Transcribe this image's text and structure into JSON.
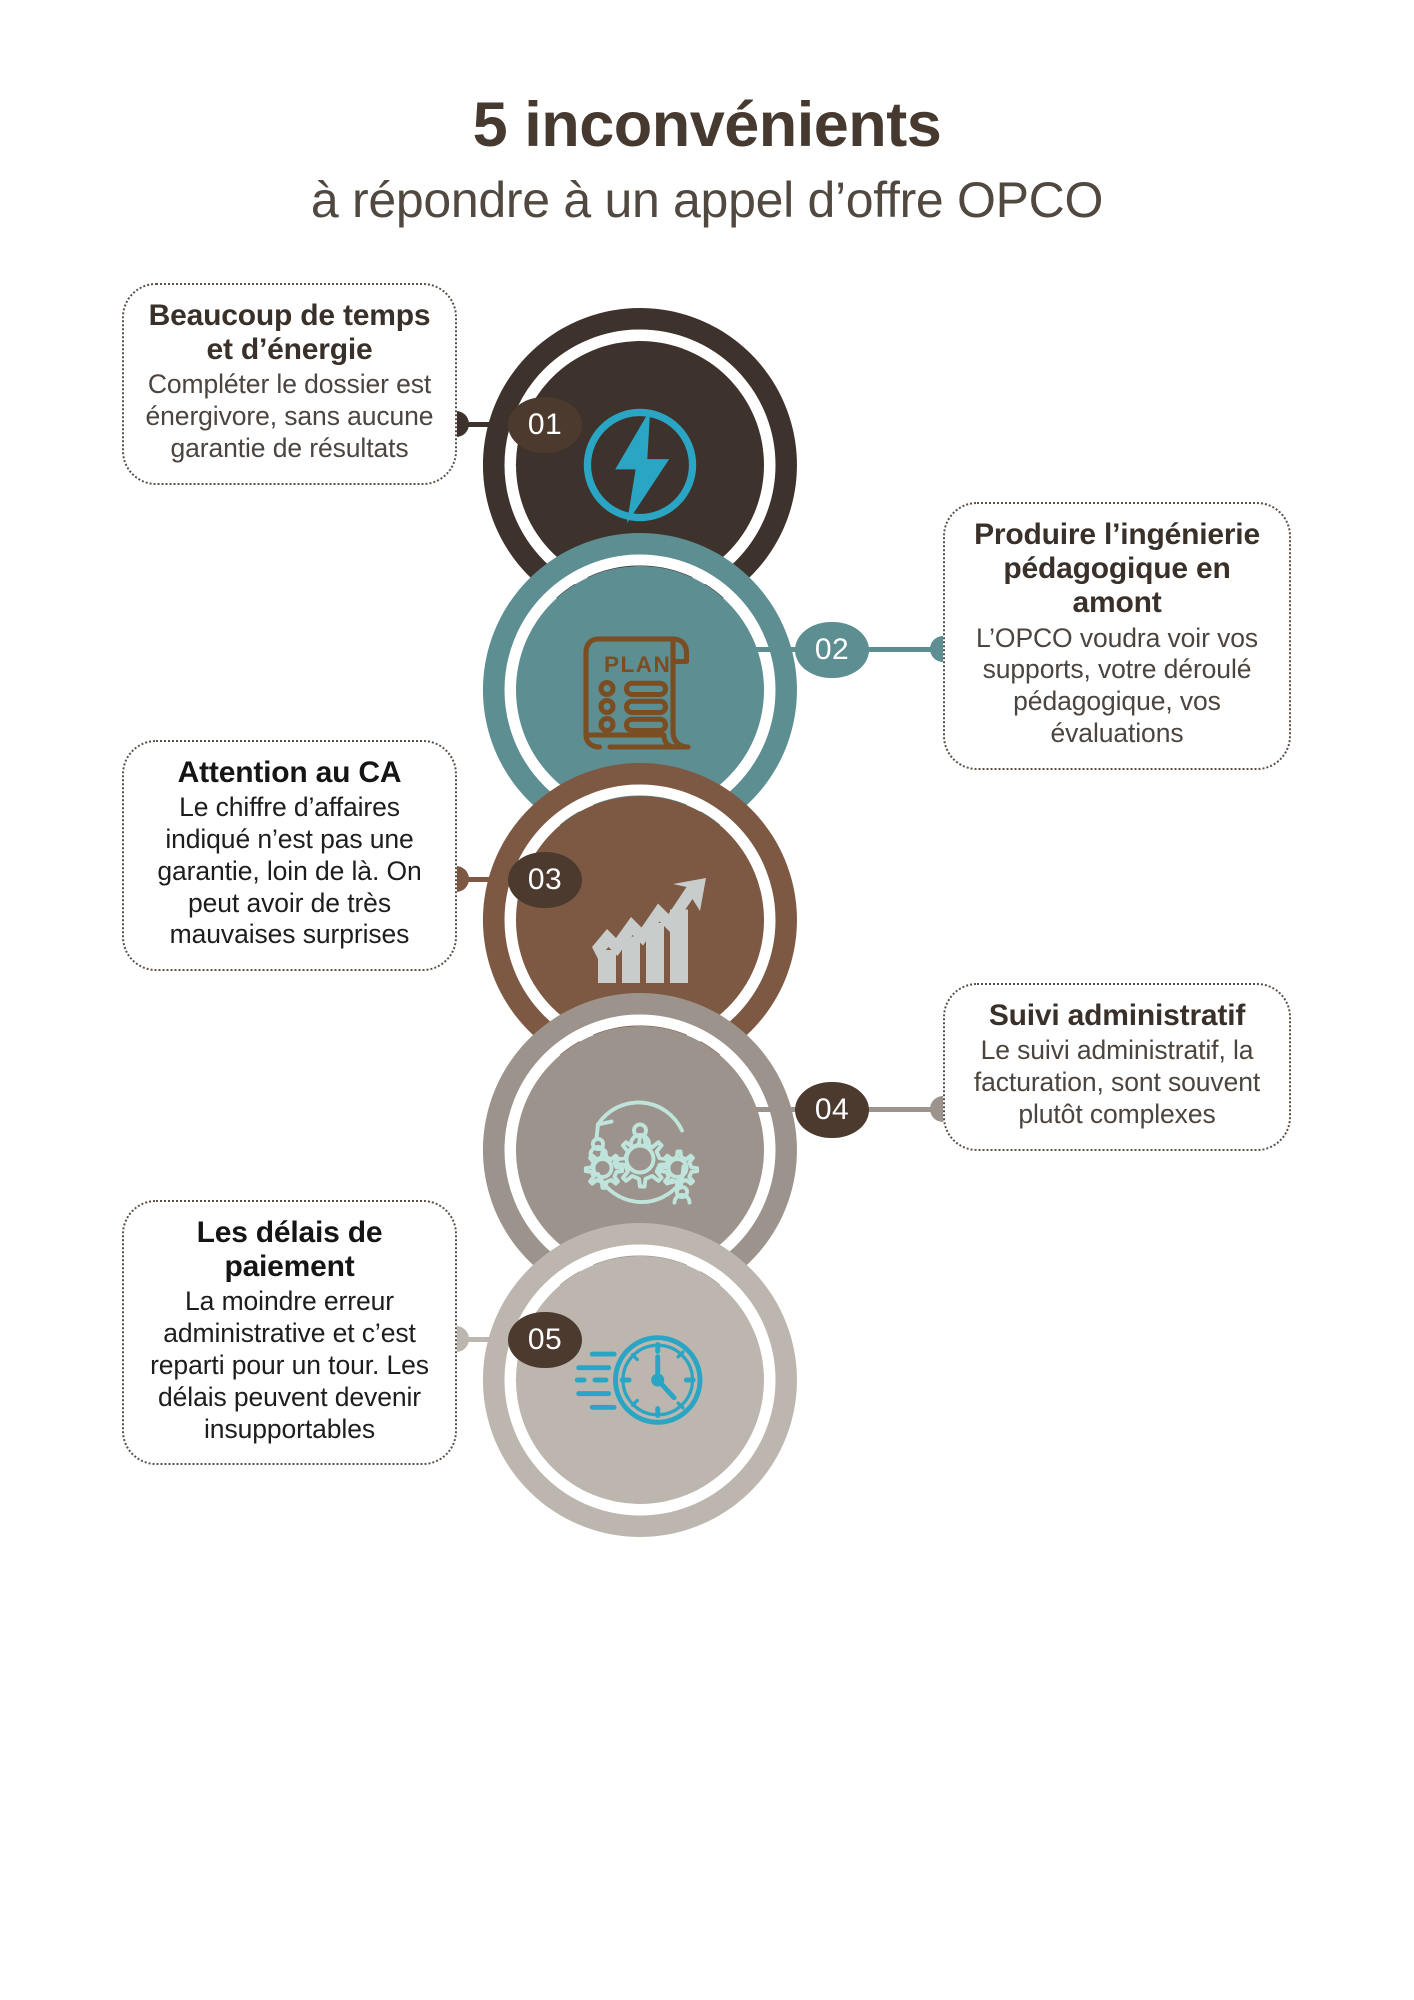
{
  "header": {
    "title": "5 inconvénients",
    "subtitle": "à répondre à un appel d’offre OPCO"
  },
  "colors": {
    "dark_brown": "#3d322c",
    "teal": "#5c8e92",
    "brown": "#7d5943",
    "warm_gray": "#9c948c",
    "light_gray": "#bdb6ae",
    "cyan": "#2aa5c4",
    "badge_brown": "#4c3a2e",
    "mint": "#bfe4dc",
    "bar_gray": "#c8cccb",
    "icon_brown": "#7a4e22",
    "text_dark": "#3a302a",
    "text_body": "#4c443e"
  },
  "items": [
    {
      "number": "01",
      "title": "Beaucoup de temps et d’énergie",
      "body": "Compléter le dossier est énergivore, sans aucune garantie de résultats",
      "icon": "lightning-bolt-icon",
      "ring_color": "#3d322c",
      "badge_color": "#4c3a2e",
      "line_color": "#3d322c",
      "dot_color": "#3d322c",
      "side": "left"
    },
    {
      "number": "02",
      "title": "Produire l’ingénierie pédagogique en amont",
      "body": "L’OPCO voudra voir vos supports, votre déroulé pédagogique, vos évaluations",
      "icon": "plan-scroll-icon",
      "ring_color": "#5c8e92",
      "badge_color": "#5c8e92",
      "line_color": "#5c8e92",
      "dot_color": "#5c8e92",
      "side": "right"
    },
    {
      "number": "03",
      "title": "Attention au CA",
      "body": "Le chiffre d’affaires indiqué n’est pas une garantie, loin de là. On peut avoir de très mauvaises surprises",
      "icon": "bar-chart-growth-icon",
      "ring_color": "#7d5943",
      "badge_color": "#4c3a2e",
      "line_color": "#7d5943",
      "dot_color": "#7d5943",
      "side": "left"
    },
    {
      "number": "04",
      "title": "Suivi administratif",
      "body": "Le suivi administratif, la facturation, sont souvent plutôt complexes",
      "icon": "gears-people-icon",
      "ring_color": "#9c948c",
      "badge_color": "#4c3a2e",
      "line_color": "#9c948c",
      "dot_color": "#9c948c",
      "side": "right"
    },
    {
      "number": "05",
      "title": "Les délais de paiement",
      "body": "La moindre erreur administrative et c’est reparti pour un tour. Les délais peuvent devenir insupportables",
      "icon": "fast-clock-icon",
      "ring_color": "#bdb6ae",
      "badge_color": "#4c3a2e",
      "line_color": "#bdb6ae",
      "dot_color": "#bdb6ae",
      "side": "left"
    }
  ],
  "icon_labels": {
    "plan_text": "PLAN"
  }
}
